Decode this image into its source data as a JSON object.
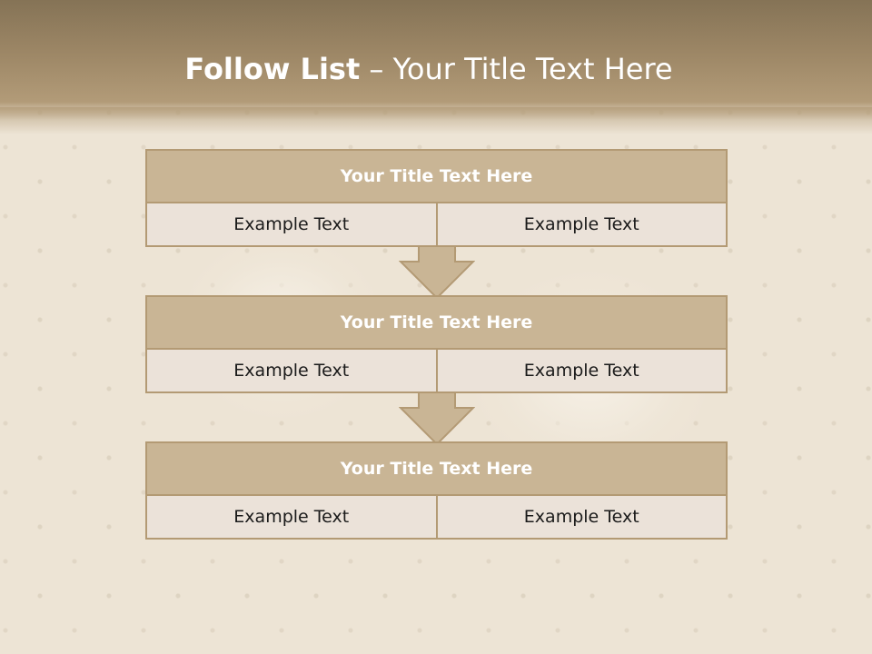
{
  "slide": {
    "title_strong": "Follow List",
    "title_rest": " – Your Title Text Here"
  },
  "blocks": [
    {
      "title": "Your Title Text Here",
      "cells": [
        "Example Text",
        "Example Text"
      ]
    },
    {
      "title": "Your Title Text Here",
      "cells": [
        "Example Text",
        "Example Text"
      ]
    },
    {
      "title": "Your Title Text Here",
      "cells": [
        "Example Text",
        "Example Text"
      ]
    }
  ],
  "colors": {
    "header": "#9d8766",
    "block_title_bg": "#c9b595",
    "cell_bg": "#ebe2d9",
    "border": "#b39a74",
    "arrow_fill": "#c9b595"
  },
  "icons": {
    "connector": "down-arrow-icon"
  }
}
